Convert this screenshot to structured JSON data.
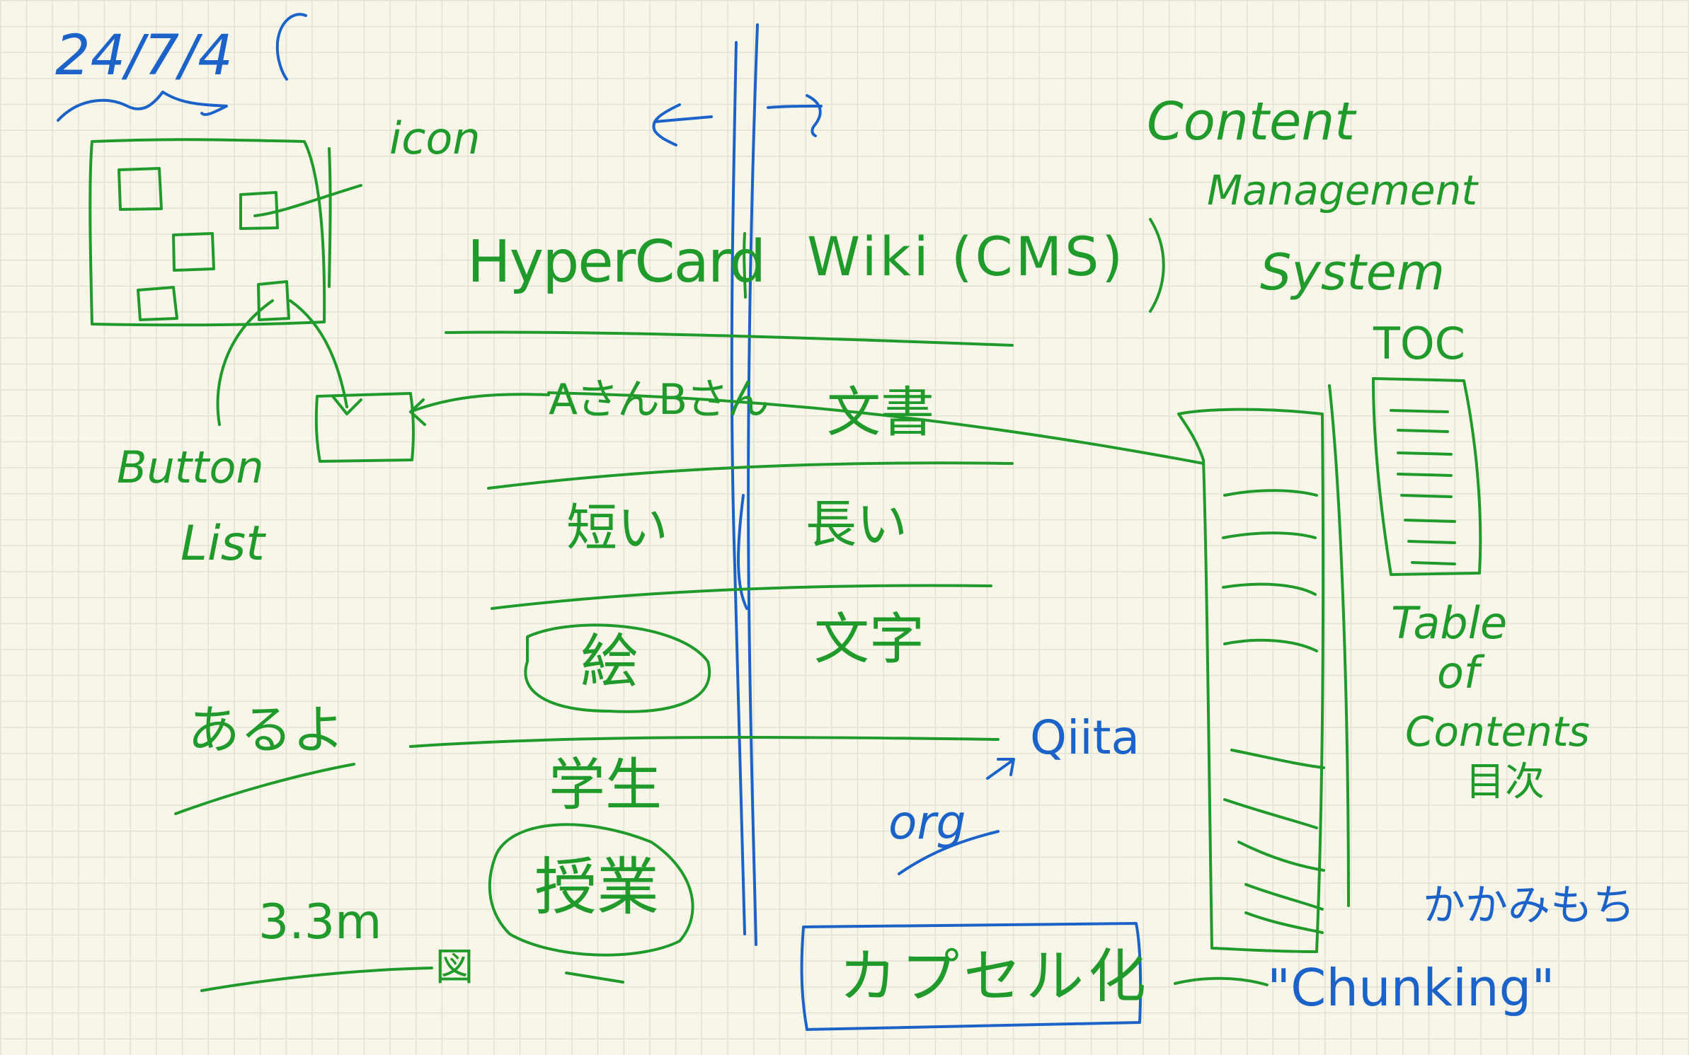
{
  "canvas": {
    "background": "#f8f6e8",
    "grid_color": "#e3e1d3",
    "ink_green": "#1f9a2b",
    "ink_blue": "#1b63c9"
  },
  "notes": {
    "date": "24/7/4",
    "icon": "icon",
    "button": "Button",
    "list": "List",
    "hypercard": "HyperCard",
    "wiki": "Wiki (CMS)",
    "content": "Content",
    "management": "Management",
    "system": "System",
    "toc": "TOC",
    "table": "Table",
    "of": "of",
    "contents": "Contents",
    "mokuji": "目次",
    "row1_left": "AさんBさん",
    "row1_right": "文書",
    "row2_left": "短い",
    "row2_right": "長い",
    "row3_right": "文字",
    "e": "絵",
    "aruhi": "あるよ",
    "qiita": "Qiita",
    "org": "org",
    "gakusei": "学生",
    "jugyou": "授業",
    "sanzan": "3.3m",
    "zu": "図",
    "capsule": "カプセル化",
    "chunking": "\"Chunking\"",
    "kakamimochi": "かかみもち"
  }
}
